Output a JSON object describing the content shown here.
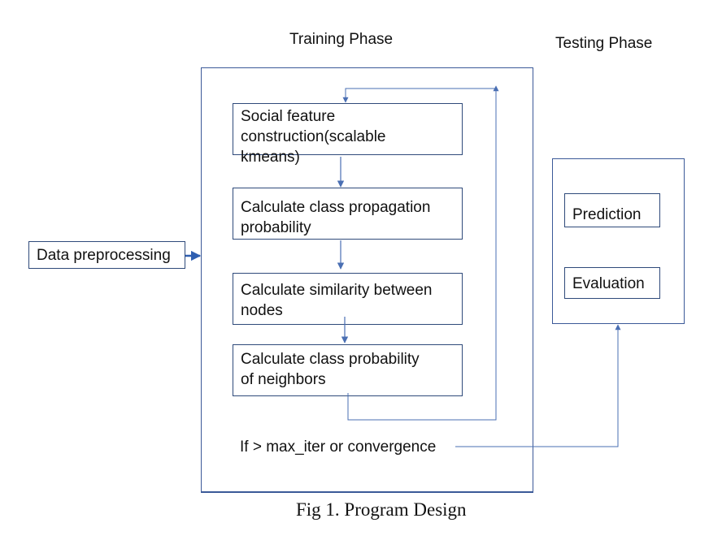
{
  "titles": {
    "training": "Training Phase",
    "testing": "Testing Phase"
  },
  "input": {
    "label": "Data preprocessing"
  },
  "training_steps": [
    {
      "line1": "Social feature",
      "line2": "construction(scalable",
      "line3": "kmeans)"
    },
    {
      "line1": "Calculate class propagation",
      "line2": "probability"
    },
    {
      "line1": "Calculate similarity between",
      "line2": "nodes"
    },
    {
      "line1": "Calculate class probability",
      "line2": "of neighbors"
    }
  ],
  "condition": "If > max_iter or convergence",
  "testing_steps": [
    "Prediction",
    "Evaluation"
  ],
  "caption": "Fig 1. Program Design",
  "colors": {
    "frame": "#3b5998",
    "box_border": "#2f4a7a",
    "arrow": "#4a6fb3"
  }
}
